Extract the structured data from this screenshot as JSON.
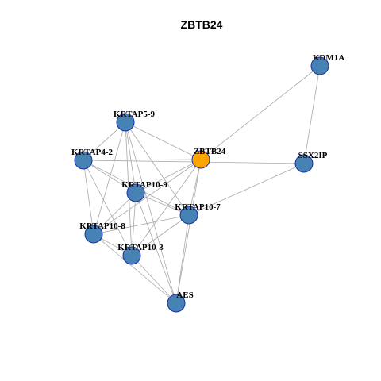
{
  "title": "ZBTB24",
  "colors": {
    "default_node": "#4682b4",
    "highlight_node": "#ffa500",
    "node_border": "#1a2fa8",
    "edge": "#a8a8a8"
  },
  "nodes": [
    {
      "id": "KDM1A",
      "label": "KDM1A",
      "highlight": false
    },
    {
      "id": "KRTAP5-9",
      "label": "KRTAP5-9",
      "highlight": false
    },
    {
      "id": "KRTAP4-2",
      "label": "KRTAP4-2",
      "highlight": false
    },
    {
      "id": "ZBTB24",
      "label": "ZBTB24",
      "highlight": true
    },
    {
      "id": "SSX2IP",
      "label": "SSX2IP",
      "highlight": false
    },
    {
      "id": "KRTAP10-9",
      "label": "KRTAP10-9",
      "highlight": false
    },
    {
      "id": "KRTAP10-7",
      "label": "KRTAP10-7",
      "highlight": false
    },
    {
      "id": "KRTAP10-8",
      "label": "KRTAP10-8",
      "highlight": false
    },
    {
      "id": "KRTAP10-3",
      "label": "KRTAP10-3",
      "highlight": false
    },
    {
      "id": "AES",
      "label": "AES",
      "highlight": false
    }
  ],
  "edges": [
    [
      "KDM1A",
      "ZBTB24"
    ],
    [
      "KDM1A",
      "SSX2IP"
    ],
    [
      "KRTAP5-9",
      "KRTAP4-2"
    ],
    [
      "KRTAP5-9",
      "ZBTB24"
    ],
    [
      "KRTAP5-9",
      "KRTAP10-9"
    ],
    [
      "KRTAP5-9",
      "KRTAP10-7"
    ],
    [
      "KRTAP5-9",
      "KRTAP10-8"
    ],
    [
      "KRTAP5-9",
      "KRTAP10-3"
    ],
    [
      "KRTAP5-9",
      "AES"
    ],
    [
      "KRTAP4-2",
      "ZBTB24"
    ],
    [
      "KRTAP4-2",
      "KRTAP10-9"
    ],
    [
      "KRTAP4-2",
      "KRTAP10-7"
    ],
    [
      "KRTAP4-2",
      "KRTAP10-8"
    ],
    [
      "KRTAP4-2",
      "KRTAP10-3"
    ],
    [
      "KRTAP4-2",
      "SSX2IP"
    ],
    [
      "ZBTB24",
      "KRTAP10-9"
    ],
    [
      "ZBTB24",
      "KRTAP10-7"
    ],
    [
      "ZBTB24",
      "KRTAP10-8"
    ],
    [
      "ZBTB24",
      "KRTAP10-3"
    ],
    [
      "ZBTB24",
      "AES"
    ],
    [
      "SSX2IP",
      "KRTAP10-7"
    ],
    [
      "KRTAP10-9",
      "KRTAP10-7"
    ],
    [
      "KRTAP10-9",
      "KRTAP10-8"
    ],
    [
      "KRTAP10-9",
      "KRTAP10-3"
    ],
    [
      "KRTAP10-9",
      "AES"
    ],
    [
      "KRTAP10-7",
      "KRTAP10-8"
    ],
    [
      "KRTAP10-7",
      "KRTAP10-3"
    ],
    [
      "KRTAP10-7",
      "AES"
    ],
    [
      "KRTAP10-8",
      "KRTAP10-3"
    ],
    [
      "KRTAP10-8",
      "AES"
    ],
    [
      "KRTAP10-3",
      "AES"
    ]
  ]
}
